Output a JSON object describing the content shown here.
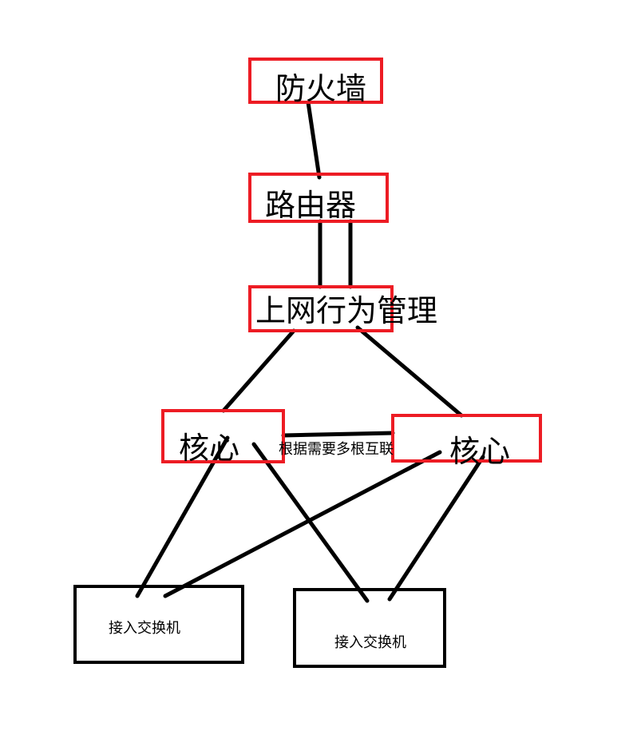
{
  "nodes": {
    "firewall": "防火墙",
    "router": "路由器",
    "behavior_mgmt": "上网行为管理",
    "core_left": "核心",
    "core_right": "核心",
    "access_left": "接入交换机",
    "access_right": "接入交换机"
  },
  "edges": {
    "core_link_label": "根据需要多根互联"
  },
  "colors": {
    "node_border": "#ed1c24",
    "access_border": "#000000",
    "line": "#000000"
  }
}
